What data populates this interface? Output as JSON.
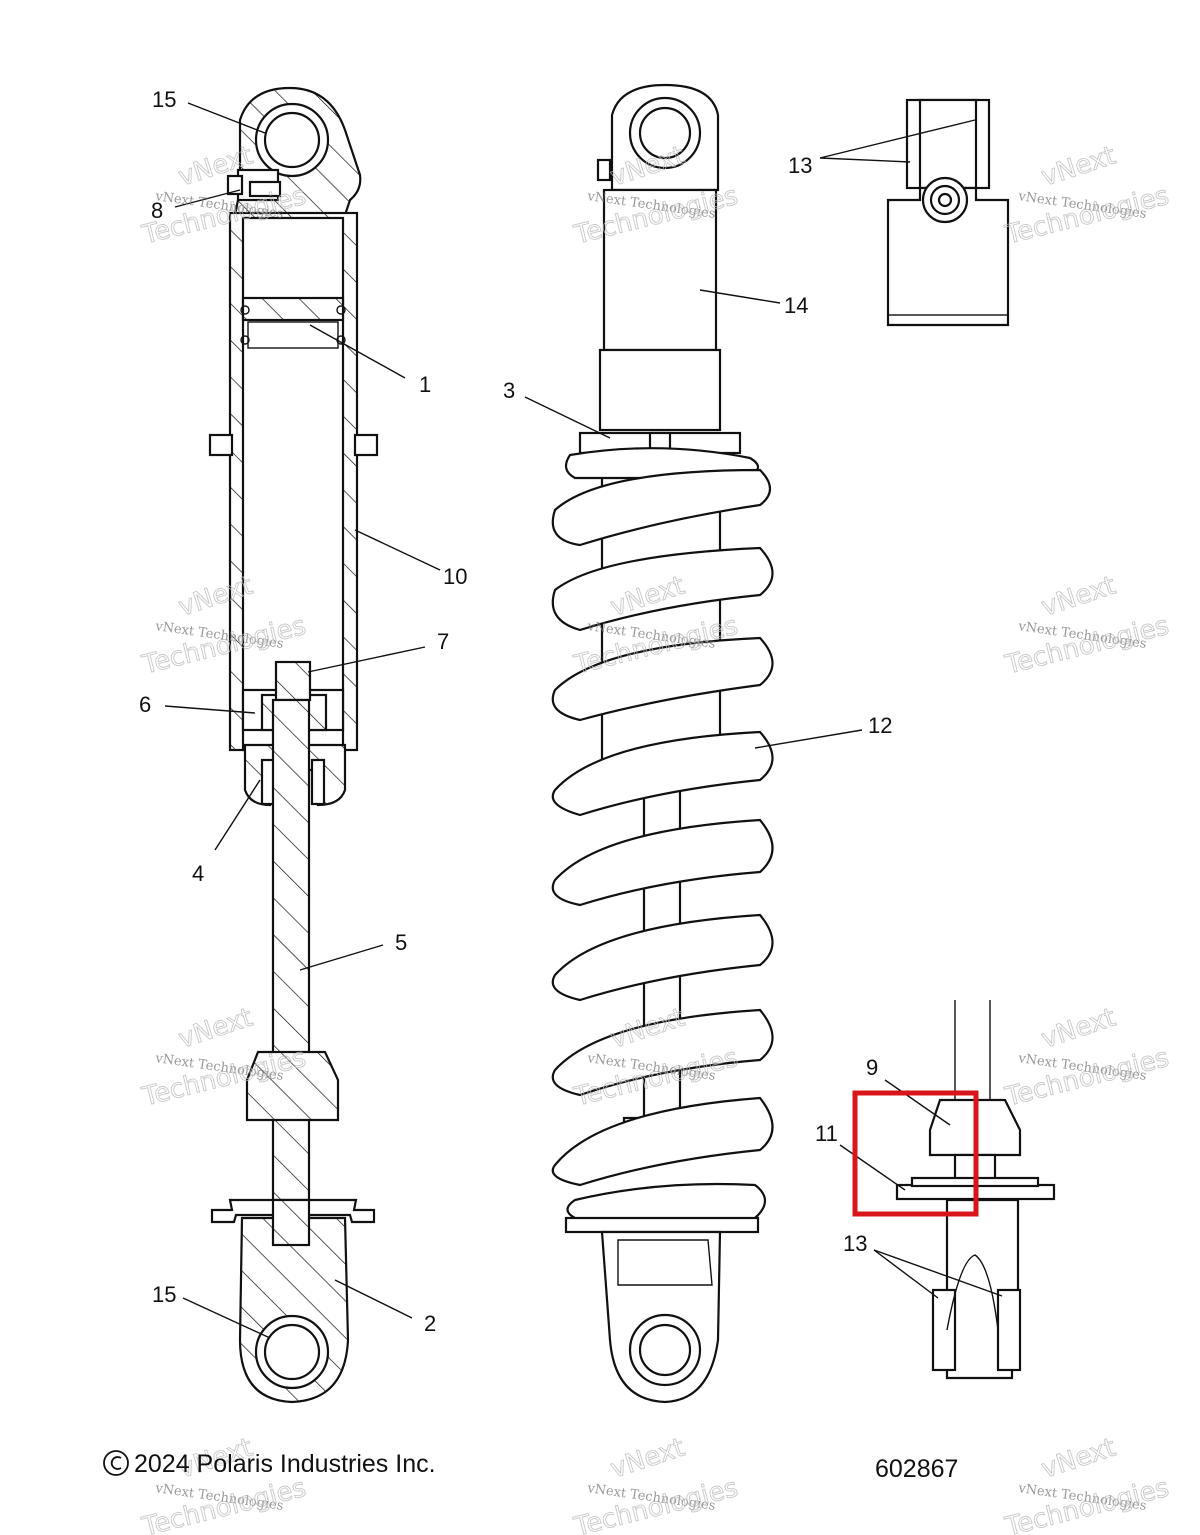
{
  "diagram": {
    "copyright": "2024 Polaris Industries Inc.",
    "drawing_number": "602867",
    "highlight_color": "#d9141b",
    "callouts": [
      "15",
      "8",
      "1",
      "10",
      "7",
      "6",
      "4",
      "5",
      "15",
      "2",
      "3",
      "14",
      "12",
      "13",
      "9",
      "11",
      "13"
    ],
    "watermark": {
      "line1": "vNext Technologies",
      "line2": "vNext",
      "line3": "Technologies"
    }
  }
}
